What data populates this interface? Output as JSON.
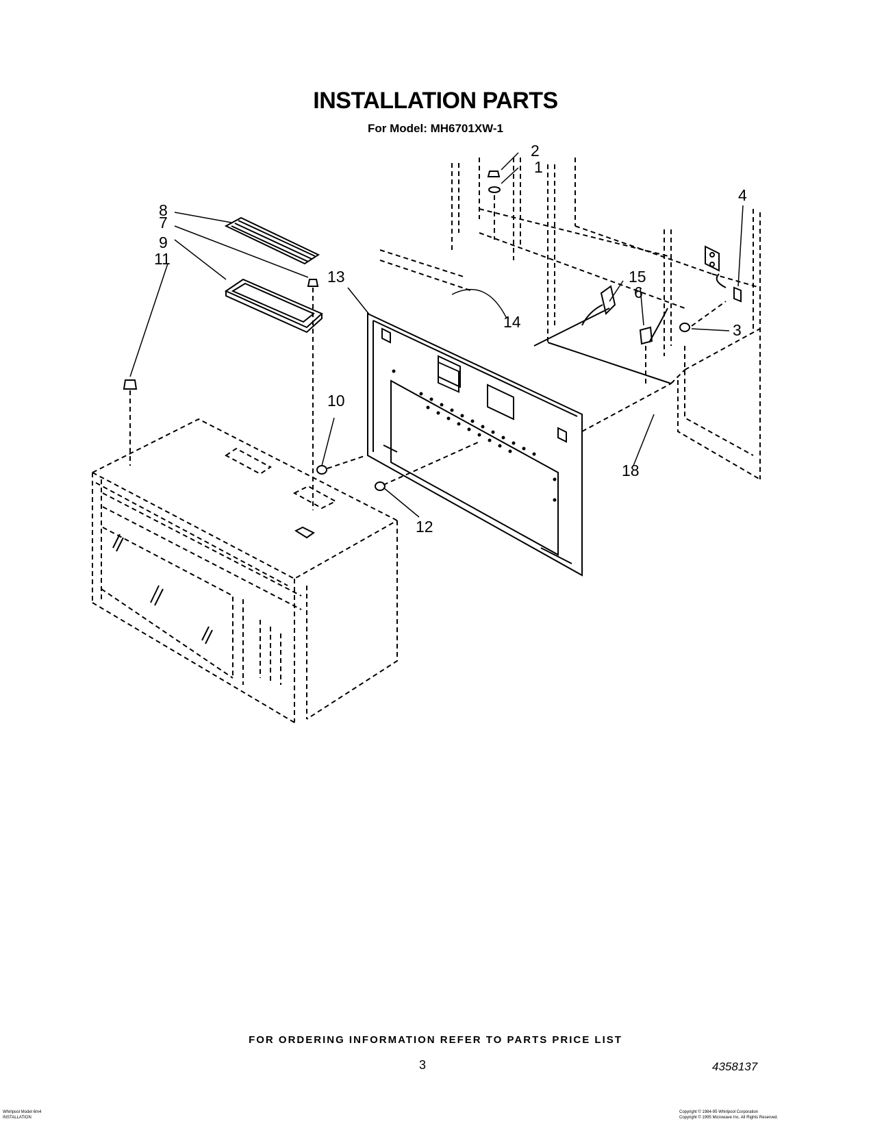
{
  "title": "INSTALLATION PARTS",
  "subtitle": "For Model: MH6701XW-1",
  "footer": {
    "ordering_note": "FOR ORDERING INFORMATION REFER TO PARTS PRICE LIST",
    "page_number": "3",
    "document_number": "4358137",
    "fine_print_left": "Whirlpool Model 6m4\nINSTALLATION",
    "fine_print_right": "Copyright © 1984-95 Whirlpool Corporation\nCopyright © 1995 Microwave Inc. All Rights Reserved."
  },
  "callouts": [
    "1",
    "2",
    "3",
    "4",
    "6",
    "7",
    "8",
    "9",
    "10",
    "11",
    "12",
    "13",
    "14",
    "15",
    "18"
  ]
}
